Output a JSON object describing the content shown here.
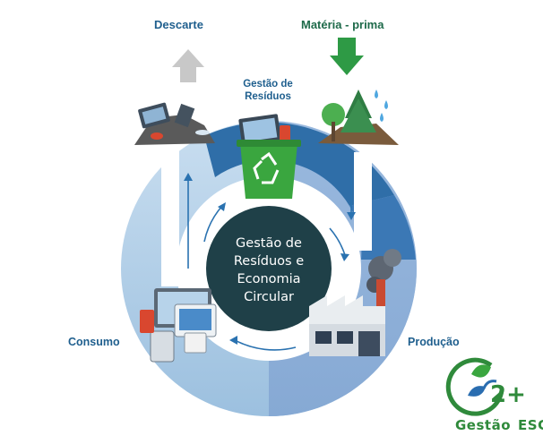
{
  "labels": {
    "descarte": "Descarte",
    "materia_prima": "Matéria - prima",
    "gestao_residuos": "Gestão de Resíduos",
    "consumo": "Consumo",
    "producao": "Produção"
  },
  "center": {
    "lines": [
      "Gestão de",
      "Resíduos e",
      "Economia",
      "Circular"
    ]
  },
  "logo": {
    "mark": "2+",
    "word1": "Gestão",
    "word2": "ESG"
  },
  "colors": {
    "ring_dark": "#2f6ea8",
    "ring_light": "#a9cbe6",
    "ring_mid": "#86afd8",
    "center_circle": "#1f4048",
    "arrow": "#2a72b0",
    "bin_green": "#3aa63f",
    "logo_green": "#2f8a3b",
    "logo_blue": "#2a6db0"
  }
}
